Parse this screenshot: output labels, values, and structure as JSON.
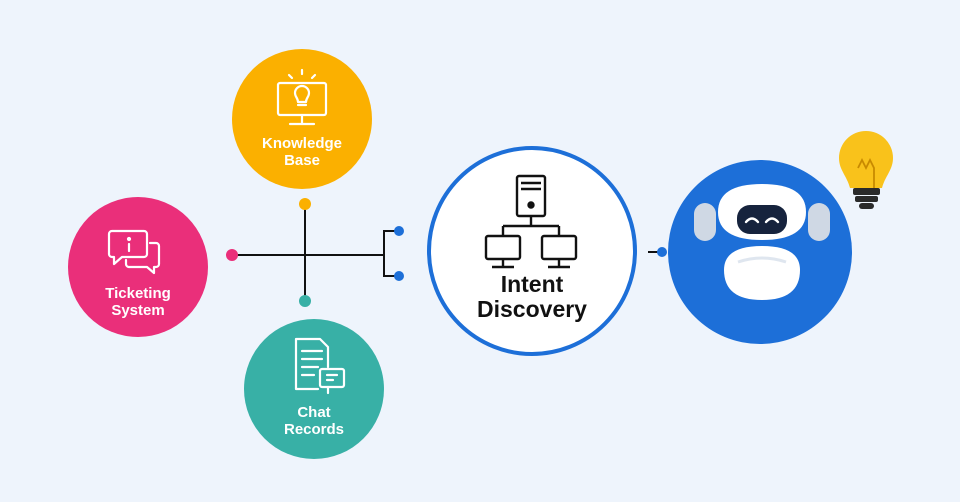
{
  "nodes": {
    "knowledge_base": {
      "line1": "Knowledge",
      "line2": "Base",
      "color": "#fbb000",
      "icon": "lightbulb-monitor-icon"
    },
    "ticketing_system": {
      "line1": "Ticketing",
      "line2": "System",
      "color": "#ea2f7a",
      "icon": "chat-info-icon"
    },
    "chat_records": {
      "line1": "Chat",
      "line2": "Records",
      "color": "#38b0a6",
      "icon": "document-chat-icon"
    },
    "intent_discovery": {
      "line1": "Intent",
      "line2": "Discovery",
      "ring_color": "#1d6fd8",
      "icon": "network-hierarchy-icon"
    },
    "bot": {
      "color": "#1d6fd8",
      "icon": "robot-icon",
      "bulb_color": "#f9c21b"
    }
  },
  "colors": {
    "background": "#eef4fc",
    "line": "#111111",
    "dot_blue": "#1d6fd8",
    "dot_pink": "#ea2f7a",
    "dot_yellow": "#fbb000",
    "dot_teal": "#38b0a6"
  }
}
